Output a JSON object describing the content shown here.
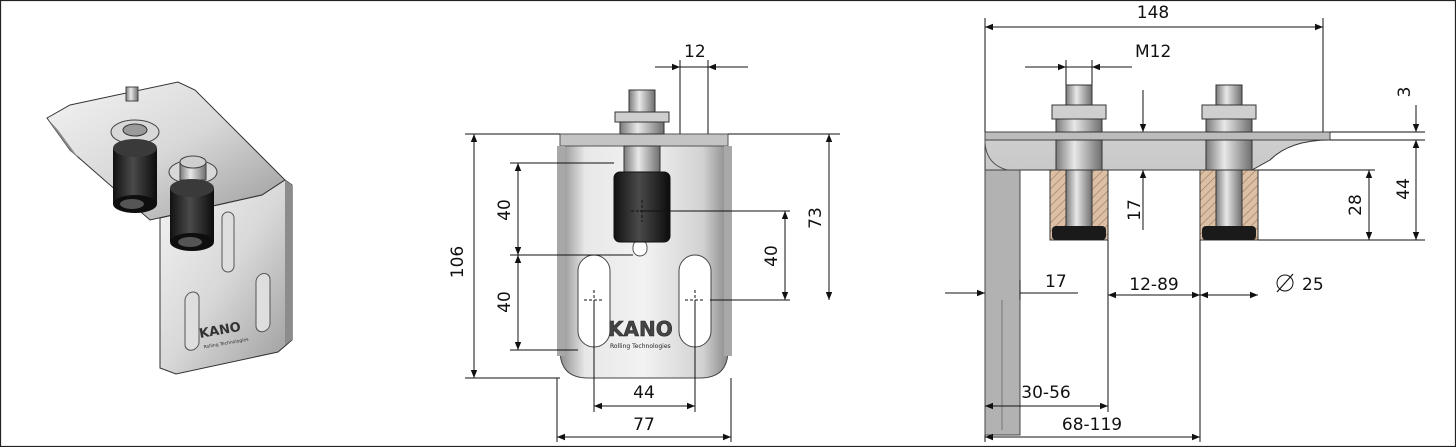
{
  "brand": {
    "logo_text": "KANO",
    "tagline": "Rolling Technologies"
  },
  "views": {
    "perspective": {
      "name": "isometric-view"
    },
    "front": {
      "dimensions": {
        "d12": "12",
        "d106": "106",
        "d40_upper": "40",
        "d40_lower": "40",
        "d40_right": "40",
        "d73": "73",
        "d44": "44",
        "d77": "77"
      }
    },
    "side": {
      "dimensions": {
        "d148": "148",
        "m12": "M12",
        "d3": "3",
        "d17_vert": "17",
        "d28": "28",
        "d44": "44",
        "d17_horiz": "17",
        "d12_89": "12-89",
        "d25": "25",
        "d30_56": "30-56",
        "d68_119": "68-119"
      }
    }
  },
  "colors": {
    "metal_light": "#e4e4e4",
    "metal_mid": "#b8b8b8",
    "metal_dark": "#7a7a7a",
    "roller": "#1e1e1e",
    "section_hatch": "#c9a98c",
    "line": "#111111"
  }
}
